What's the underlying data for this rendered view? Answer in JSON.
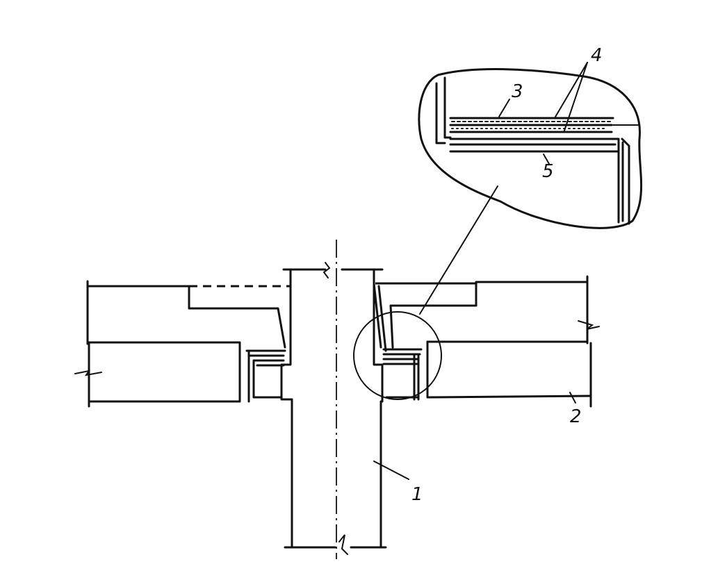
{
  "callouts": {
    "column": "1",
    "floor_slab": "2",
    "layer_3": "3",
    "layers_4": "4",
    "layer_5": "5"
  },
  "colors": {
    "ink": "#111111",
    "paper": "#ffffff"
  }
}
